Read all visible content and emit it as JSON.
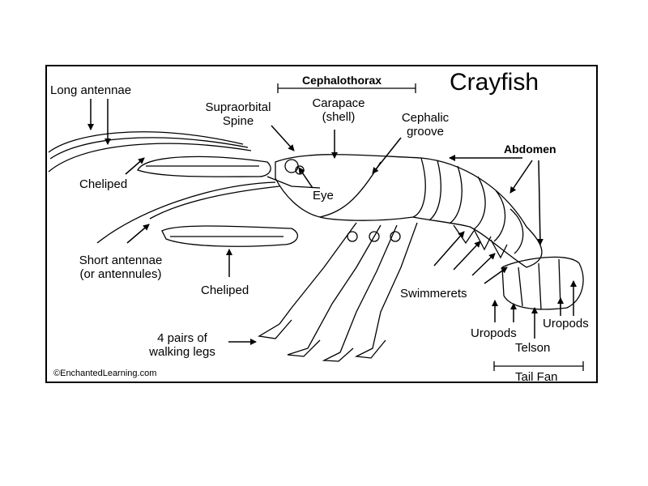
{
  "title": "Crayfish",
  "copyright": "©EnchantedLearning.com",
  "labels": {
    "long_antennae": "Long antennae",
    "supraorbital_spine": [
      "Supraorbital",
      "Spine"
    ],
    "cephalothorax": "Cephalothorax",
    "carapace": [
      "Carapace",
      "(shell)"
    ],
    "cephalic_groove": [
      "Cephalic",
      "groove"
    ],
    "abdomen": "Abdomen",
    "cheliped_upper": "Cheliped",
    "eye": "Eye",
    "short_antennae": [
      "Short antennae",
      "(or antennules)"
    ],
    "cheliped_lower": "Cheliped",
    "swimmerets": "Swimmerets",
    "uropods_left": "Uropods",
    "uropods_right": "Uropods",
    "telson": "Telson",
    "walking_legs": [
      "4 pairs of",
      "walking legs"
    ],
    "tail_fan": "Tail Fan"
  }
}
